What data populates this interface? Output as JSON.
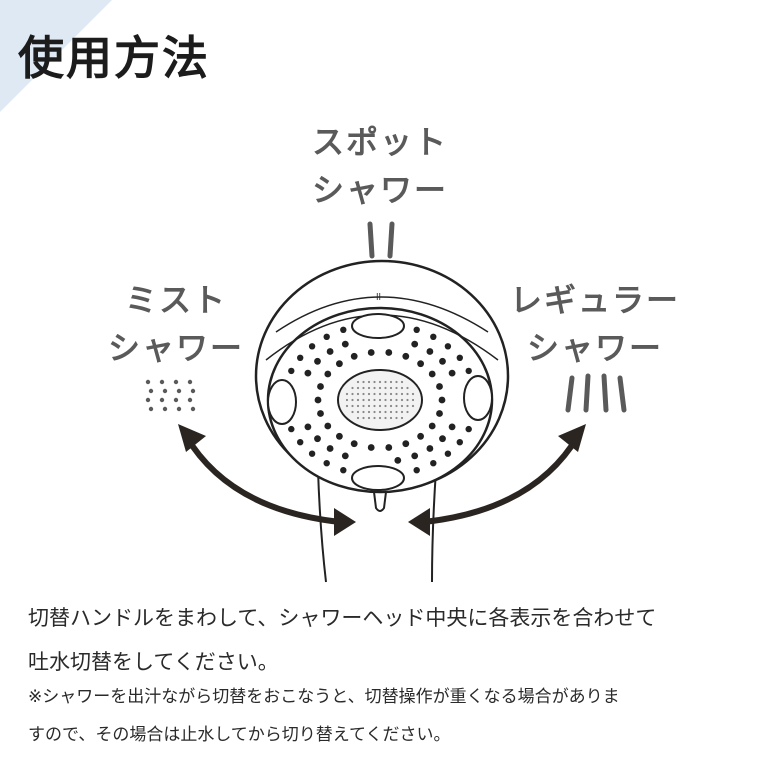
{
  "header": {
    "title": "使用方法"
  },
  "modes": {
    "spot": {
      "line1": "スポット",
      "line2": "シャワー"
    },
    "mist": {
      "line1": "ミスト",
      "line2": "シャワー"
    },
    "regular": {
      "line1": "レギュラー",
      "line2": "シャワー"
    }
  },
  "instructions": {
    "main_line1": "切替ハンドルをまわして、シャワーヘッド中央に各表示を合わせて",
    "main_line2": "吐水切替をしてください。",
    "note_line1": "※シャワーを出汁ながら切替をおこなうと、切替操作が重くなる場合がありま",
    "note_line2": "すので、その場合は止水してから切り替えてください。"
  },
  "colors": {
    "accent": "#dfe9f4",
    "text": "#222222",
    "label": "#5a5a5a",
    "arrow": "#2b2522"
  }
}
